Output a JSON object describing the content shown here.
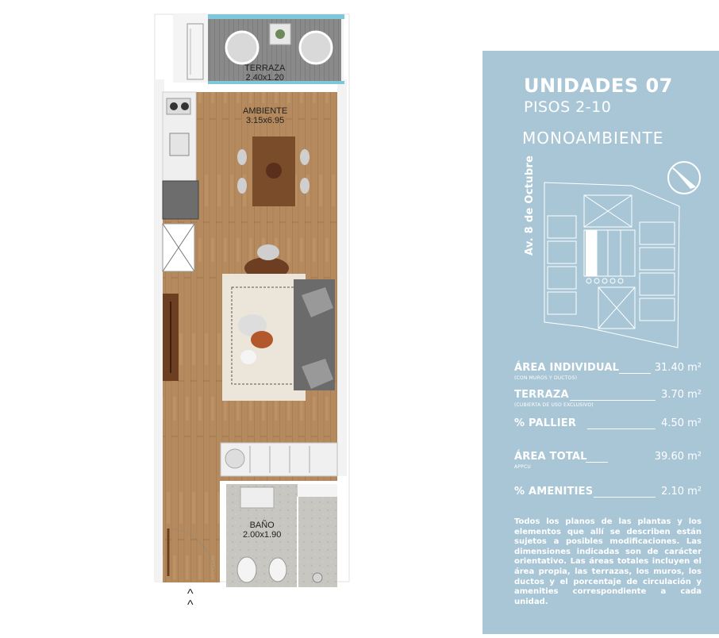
{
  "plan": {
    "rooms": {
      "terraza": {
        "name": "TERRAZA",
        "dims": "2.40x1.20"
      },
      "ambiente": {
        "name": "AMBIENTE",
        "dims": "3.15x6.95"
      },
      "bano": {
        "name": "BAÑO",
        "dims": "2.00x1.90"
      }
    },
    "entrance_marker": "^\n^"
  },
  "panel": {
    "title": "UNIDADES 07",
    "floors": "PISOS 2-10",
    "type": "MONOAMBIENTE",
    "street": "Av. 8 de Octubre",
    "colors": {
      "panel_bg": "#a9c6d6",
      "wood": "#b58a5e",
      "text": "#ffffff"
    },
    "areas": {
      "individual": {
        "label": "ÁREA INDIVIDUAL",
        "note": "(CON MUROS Y DUCTOS)",
        "value": "31.40 m²"
      },
      "terraza": {
        "label": "TERRAZA",
        "note": "(CUBIERTA DE USO EXCLUSIVO)",
        "value": "3.70 m²"
      },
      "pallier": {
        "label": "% PALLIER",
        "value": "4.50 m²"
      },
      "total": {
        "label": "ÁREA TOTAL",
        "note": "APPCU",
        "value": "39.60 m²"
      },
      "amenities": {
        "label": "% AMENITIES",
        "value": "2.10 m²"
      }
    },
    "disclaimer": "Todos los planos de las plantas y los elementos que allí se describen están sujetos a posibles modificaciones. Las dimensiones indicadas son de carácter orientativo. Las áreas totales incluyen el área propia, las terrazas, los muros, los ductos y el porcentaje de circulación y amenities correspondiente a cada unidad."
  }
}
